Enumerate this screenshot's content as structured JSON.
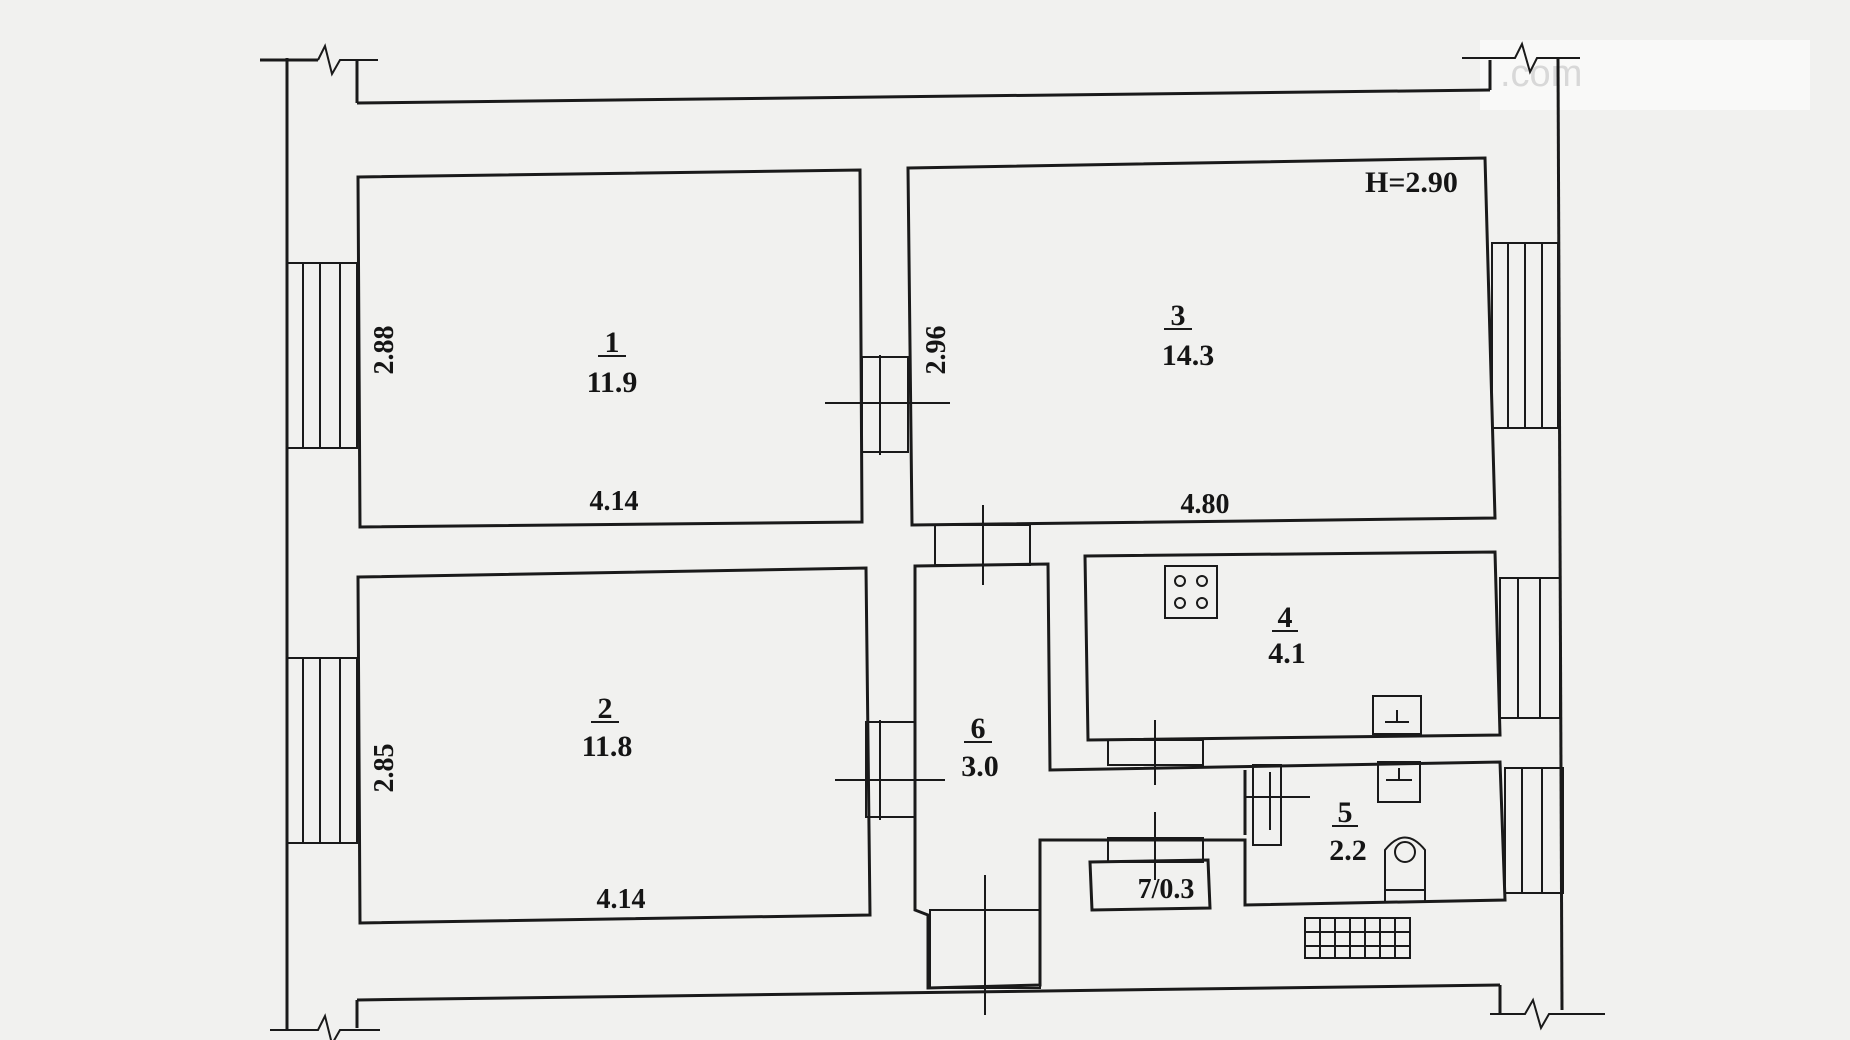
{
  "ceiling_height": "H=2.90",
  "rooms": [
    {
      "id": "1",
      "area": "11.9"
    },
    {
      "id": "2",
      "area": "11.8"
    },
    {
      "id": "3",
      "area": "14.3"
    },
    {
      "id": "4",
      "area": "4.1"
    },
    {
      "id": "5",
      "area": "2.2"
    },
    {
      "id": "6",
      "area": "3.0"
    }
  ],
  "room7_label": "7/0.3",
  "dimensions": {
    "room1_width": "4.14",
    "room1_height": "2.88",
    "room2_width": "4.14",
    "room2_height": "2.85",
    "room3_width": "4.80",
    "room3_height": "2.96"
  },
  "watermark": ".com"
}
